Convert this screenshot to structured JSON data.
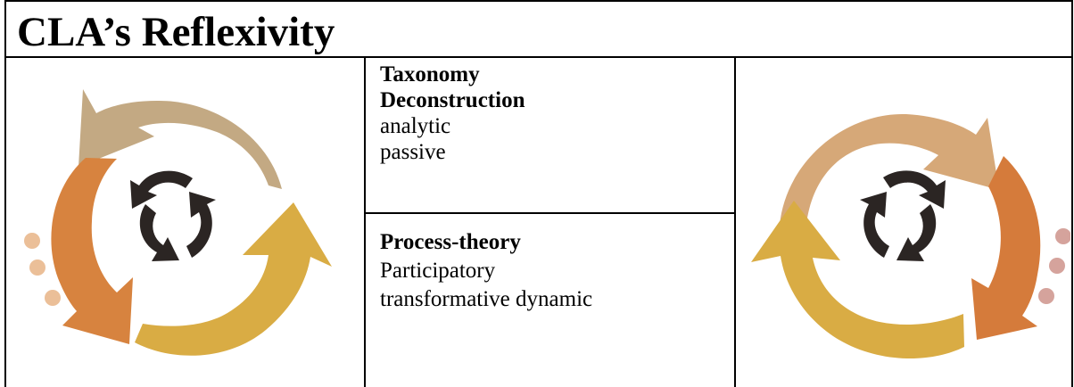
{
  "title": "CLA’s Reflexivity",
  "cells": {
    "top": {
      "heading1": "Taxonomy",
      "heading2": "Deconstruction",
      "line1": "analytic",
      "line2": "passive"
    },
    "bottom": {
      "heading": "Process-theory",
      "line1": "Participatory",
      "line2": "transformative dynamic"
    }
  },
  "graphics": {
    "left": {
      "name": "cycle-graphic-left",
      "colors": [
        "#c3a983",
        "#d7833f",
        "#d9ac44",
        "#2b2523",
        "#ebbf98"
      ]
    },
    "right": {
      "name": "cycle-graphic-right",
      "colors": [
        "#d6a878",
        "#d57b3b",
        "#d9ac44",
        "#2b2523",
        "#d5a39c"
      ]
    }
  }
}
